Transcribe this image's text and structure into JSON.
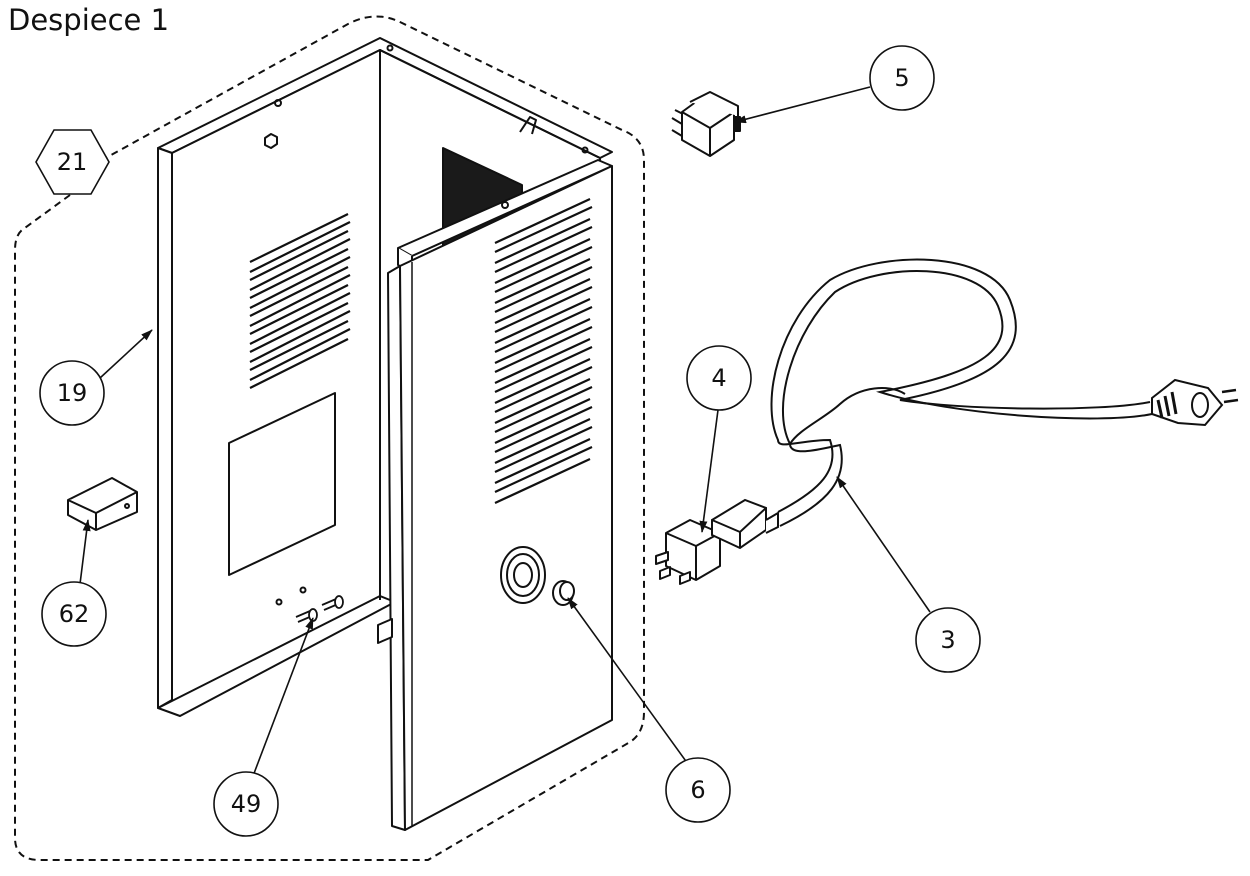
{
  "title": "Despiece 1",
  "callouts": [
    {
      "id": "21",
      "label": "21",
      "shape": "hexagon"
    },
    {
      "id": "19",
      "label": "19",
      "shape": "circle"
    },
    {
      "id": "62",
      "label": "62",
      "shape": "circle"
    },
    {
      "id": "49",
      "label": "49",
      "shape": "circle"
    },
    {
      "id": "6",
      "label": "6",
      "shape": "circle"
    },
    {
      "id": "5",
      "label": "5",
      "shape": "circle"
    },
    {
      "id": "4",
      "label": "4",
      "shape": "circle"
    },
    {
      "id": "3",
      "label": "3",
      "shape": "circle"
    }
  ],
  "colors": {
    "line": "#111111",
    "background": "#ffffff"
  }
}
